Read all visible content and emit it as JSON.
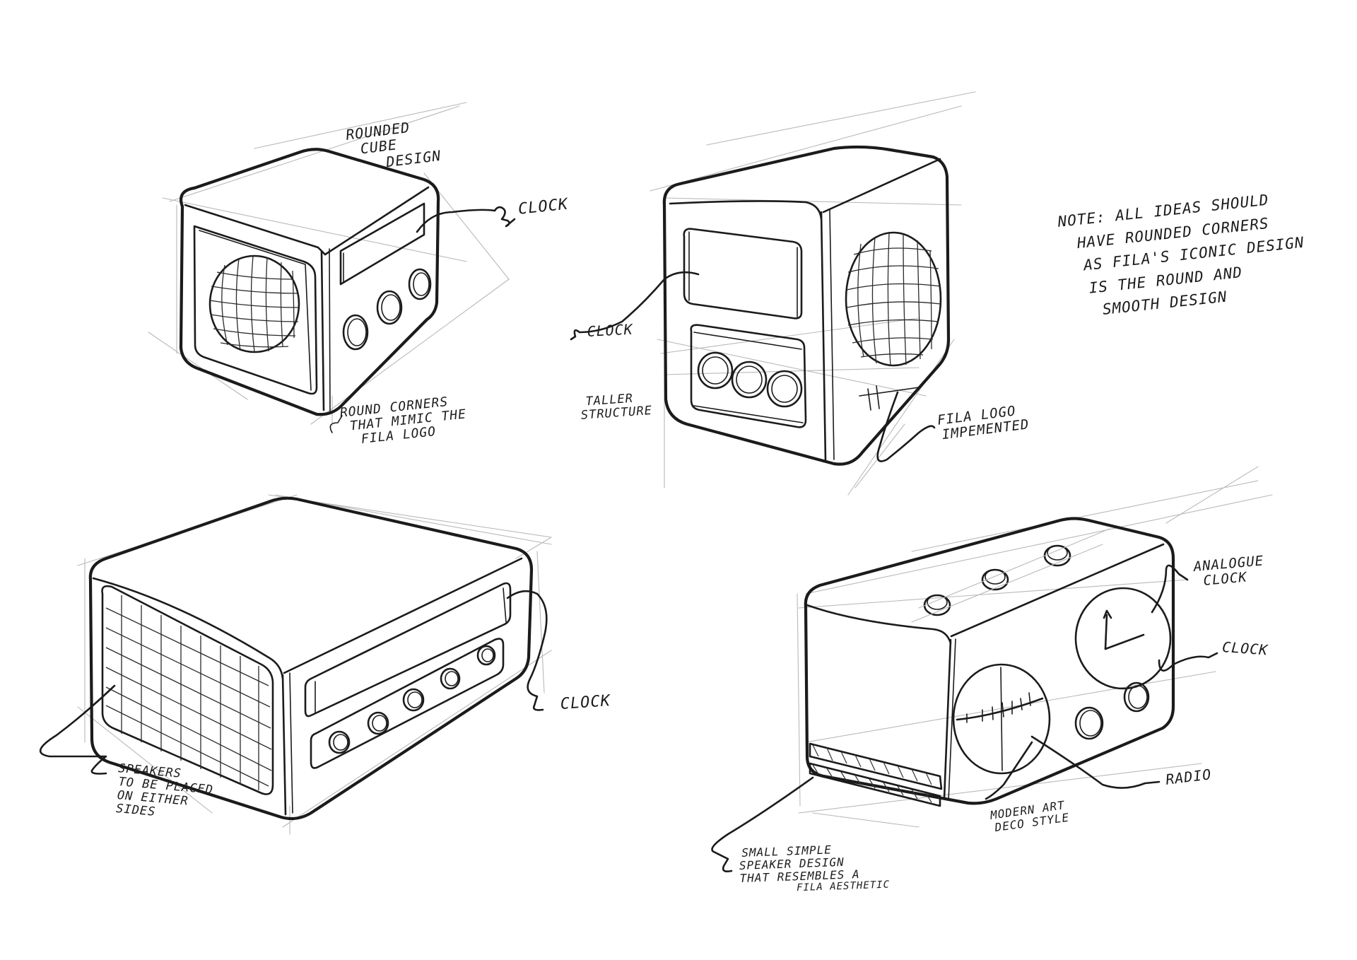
{
  "sketch_1": {
    "design_note": [
      "ROUNDED",
      "CUBE",
      "DESIGN"
    ],
    "clock_note": "CLOCK",
    "corners_note": [
      "ROUND CORNERS",
      "THAT MIMIC THE",
      "FILA LOGO"
    ]
  },
  "sketch_2": {
    "clock_note": "CLOCK",
    "structure_note": [
      "TALLER",
      "STRUCTURE"
    ],
    "logo_note": [
      "FILA LOGO",
      "IMPEMENTED"
    ]
  },
  "general_note": [
    "NOTE: ALL IDEAS SHOULD",
    "HAVE ROUNDED CORNERS",
    "AS FILA'S ICONIC DESIGN",
    "IS THE ROUND AND",
    "SMOOTH DESIGN"
  ],
  "sketch_3": {
    "clock_note": "CLOCK",
    "speakers_note": [
      "SPEAKERS",
      "TO BE PLACED",
      "ON EITHER",
      "SIDES"
    ]
  },
  "sketch_4": {
    "analogue_note": [
      "ANALOGUE",
      "CLOCK"
    ],
    "clock_note": "CLOCK",
    "radio_note": "RADIO",
    "style_note": [
      "MODERN ART",
      "DECO STYLE"
    ],
    "speaker_note": [
      "SMALL SIMPLE",
      "SPEAKER DESIGN",
      "THAT RESEMBLES A",
      "FILA AESTHETIC"
    ]
  }
}
